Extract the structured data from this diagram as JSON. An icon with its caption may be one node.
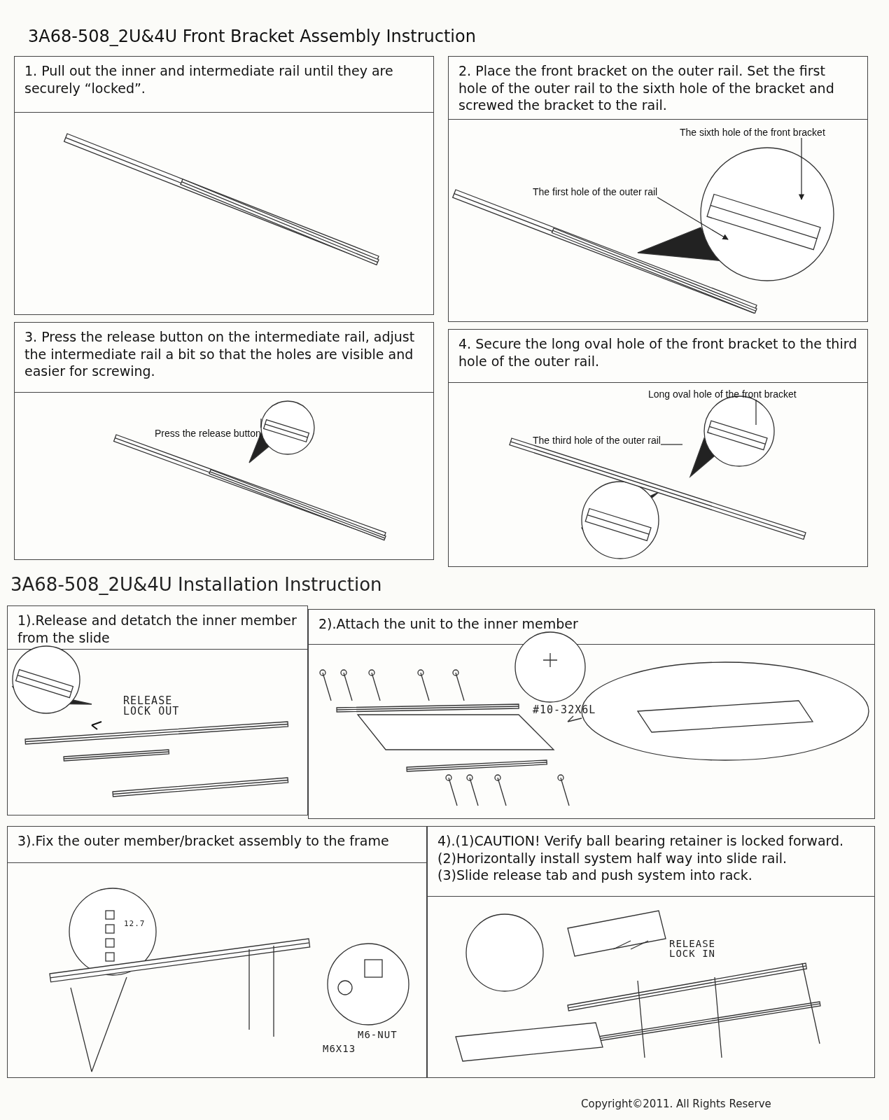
{
  "diagram": {
    "title": "3A68-508_2U&4U Front Bracket Assembly Instruction",
    "nodes": [
      {
        "text": [
          "1. Pull out the inner and intermediate rail until they are securely “locked”."
        ]
      },
      {
        "text": [
          "2. Place the front bracket on the outer rail. Set the first hole of the outer rail to the sixth hole of the bracket and screwed the bracket to the rail."
        ]
      },
      {
        "text": [
          "The sixth hole of the front bracket"
        ],
        "in": 1
      },
      {
        "text": [
          "The first hole of the outer rail"
        ],
        "in": 1
      },
      {
        "text": [
          "3. Press the release button on the intermediate rail, adjust the intermediate rail a bit so that the holes are visible and easier for screwing."
        ]
      },
      {
        "text": [
          "Press the release button"
        ],
        "in": 4
      },
      {
        "text": [
          "4. Secure the long oval hole of the front bracket to the third hole of the outer rail."
        ]
      },
      {
        "text": [
          "Long oval hole of the front bracket"
        ],
        "in": 6
      },
      {
        "text": [
          "The third hole of the outer rail"
        ],
        "in": 6
      },
      {
        "text": [
          "1).Release and detatch the inner member from the slide"
        ]
      },
      {
        "text": [
          "2).Attach the unit to the inner member"
        ]
      },
      {
        "text": [
          "3).Fix the outer member/bracket assembly to the frame"
        ]
      },
      {
        "text": [
          "4).(1)CAUTION! Verify ball bearing retainer is locked forward.",
          "(2)Horizontally install system half way into slide rail.",
          "(3)Slide release tab and push system into rack."
        ]
      }
    ],
    "edges": [
      {
        "from": 2,
        "to": null,
        "arrow": "to"
      },
      {
        "from": 3,
        "to": null,
        "arrow": "to"
      },
      {
        "from": 5,
        "to": null,
        "arrow": "none"
      },
      {
        "from": 7,
        "to": null,
        "arrow": "none"
      },
      {
        "from": 8,
        "to": null,
        "arrow": "none"
      }
    ],
    "labels": [
      "3A68-508_2U&4U Installation Instruction",
      "RELEASE LOCK OUT",
      "#10-32X6L",
      "12.7",
      "M6-NUT",
      "M6X13",
      "RELEASE LOCK IN",
      "Copyright©2011. All Rights Reserve"
    ]
  }
}
